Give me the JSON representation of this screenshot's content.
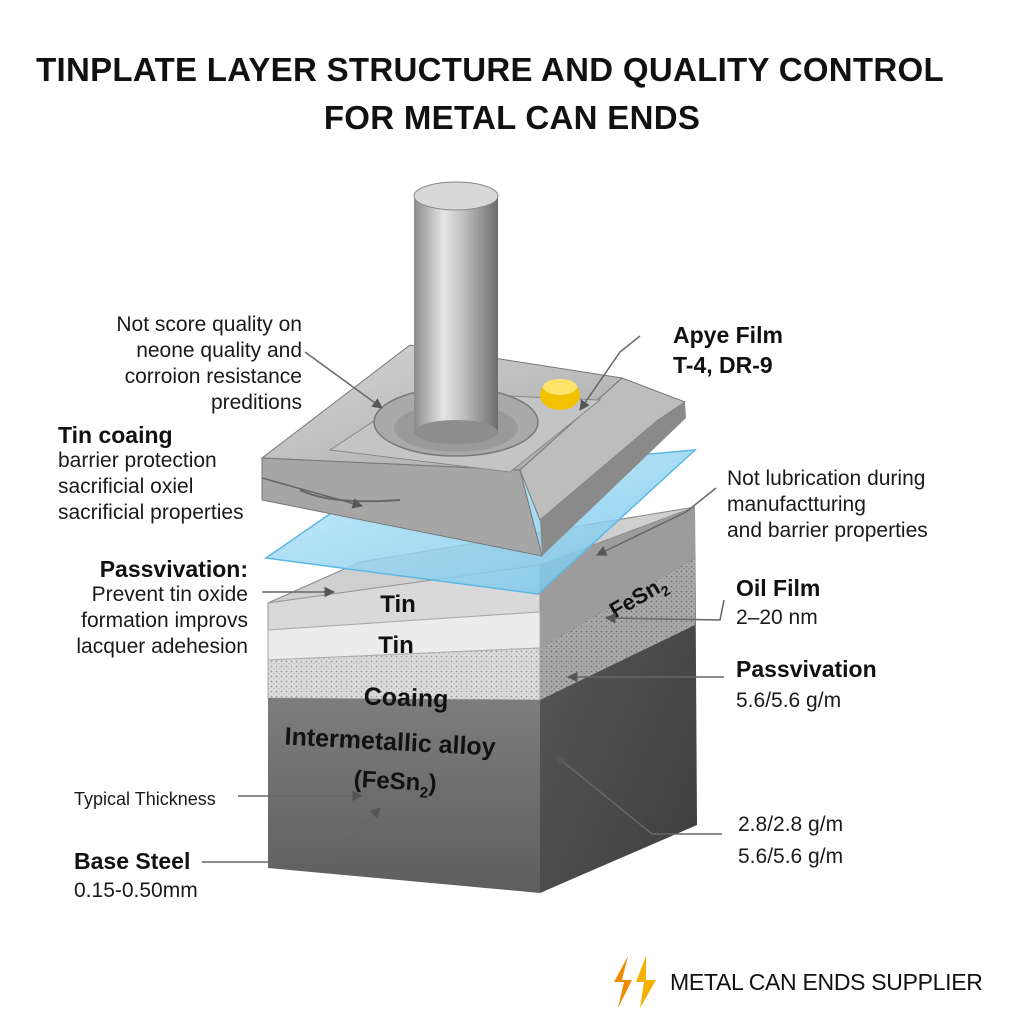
{
  "title": {
    "line1": "TINPLATE LAYER STRUCTURE AND QUALITY CONTROL",
    "line2": "FOR METAL CAN ENDS"
  },
  "left_annotations": {
    "score_quality": [
      "Not score quality on",
      "neone quality and",
      "corroion resistance",
      "preditions"
    ],
    "tin_coating": {
      "heading": "Tin coaing",
      "lines": [
        "barrier protection",
        "sacrificial oxiel",
        "sacrificial properties"
      ]
    },
    "passivation": {
      "heading": "Passvivation:",
      "lines": [
        "Prevent tin oxide",
        "formation improvs",
        "lacquer adehesion"
      ]
    },
    "typical_thickness": "Typical Thickness",
    "base_steel": {
      "heading": "Base Steel",
      "value": "0.15-0.50mm"
    }
  },
  "right_annotations": {
    "apye_film": {
      "heading": "Apye Film",
      "value": "T-4, DR-9"
    },
    "lubrication": [
      "Not lubrication during",
      "manufactturing",
      "and barrier properties"
    ],
    "oil_film": {
      "heading": "Oil Film",
      "value": "2–20 nm"
    },
    "passivation": {
      "heading": "Passvivation",
      "value": "5.6/5.6 g/m"
    },
    "coating_weights": [
      "2.8/2.8 g/m",
      "5.6/5.6 g/m"
    ]
  },
  "layer_labels": {
    "tin_top": "Tin",
    "tin_second": "Tin",
    "coating": "Coaing",
    "alloy_line1": "Intermetallic alloy",
    "alloy_line2_base": "(FeSn",
    "alloy_line2_sub": "2",
    "alloy_line2_end": ")",
    "side_fe": "FeSn",
    "side_sub": "2"
  },
  "brand": {
    "name": "METAL CAN ENDS SUPPLIER"
  },
  "colors": {
    "steel_front": "#6f6f6f",
    "steel_side": "#4e4e4e",
    "tin_layer": "#e6e6e6",
    "film": "#8fd3f2",
    "punch": "#b5b5b5",
    "accent_gold": "#f2c200",
    "logo_orange": "#f08a00"
  }
}
